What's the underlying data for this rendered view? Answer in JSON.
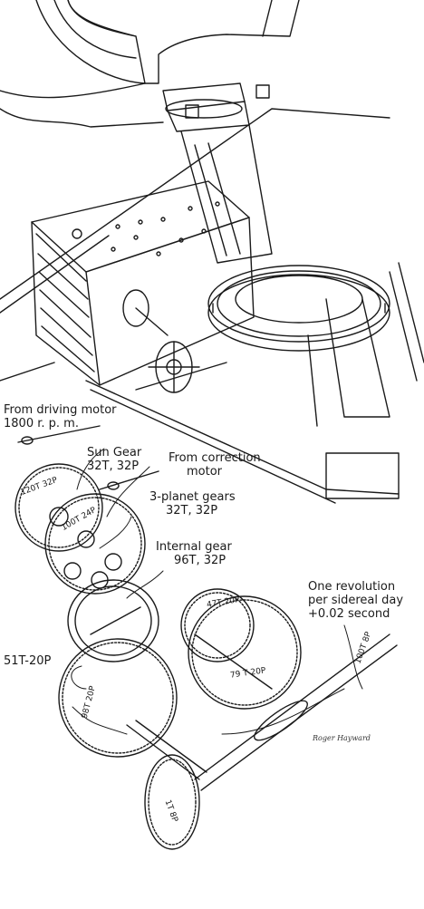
{
  "colors": {
    "ink": "#1a1a1a",
    "paper": "#ffffff"
  },
  "labels": {
    "driving_motor": [
      "From driving motor",
      "1800 r. p. m."
    ],
    "sun_gear": [
      "Sun Gear",
      "32T, 32P"
    ],
    "correction_motor": [
      "From correction",
      "motor"
    ],
    "planet_gears": [
      "3-planet gears",
      "32T, 32P"
    ],
    "internal_gear": [
      "Internal gear",
      "96T, 32P"
    ],
    "revolution": [
      "One revolution",
      "per sidereal day",
      "+0.02 second"
    ],
    "gear_51t": "51T-20P"
  },
  "gear_labels": {
    "g120t": "120T 32P",
    "g100t24": "100T 24P",
    "g47t": "47T 20P",
    "g79t": "79 T 20P",
    "g98t": "98T 20P",
    "g100t8": "100T 8P",
    "g1t8": "1T 8P"
  },
  "signature": "Roger Hayward"
}
